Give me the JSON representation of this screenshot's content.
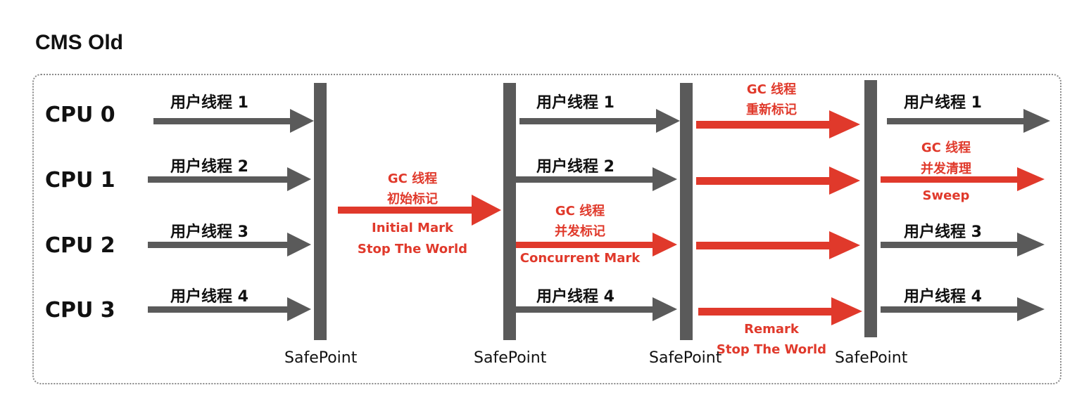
{
  "title": "CMS Old",
  "cpus": [
    "CPU 0",
    "CPU 1",
    "CPU 2",
    "CPU 3"
  ],
  "threads": [
    "用户线程 1",
    "用户线程 2",
    "用户线程 3",
    "用户线程 4"
  ],
  "safepoint_label": "SafePoint",
  "phases": {
    "initial_mark": {
      "line1": "GC 线程",
      "line2": "初始标记",
      "en1": "Initial Mark",
      "en2": "Stop The World"
    },
    "concurrent_mark": {
      "line1": "GC 线程",
      "line2": "并发标记",
      "en1": "Concurrent Mark"
    },
    "remark": {
      "line1": "GC 线程",
      "line2": "重新标记",
      "en1": "Remark",
      "en2": "Stop The World"
    },
    "sweep": {
      "line1": "GC 线程",
      "line2": "并发清理",
      "en1": "Sweep"
    }
  },
  "colors": {
    "gray": "#5a5a5a",
    "red": "#e0392b",
    "text": "#111111"
  }
}
